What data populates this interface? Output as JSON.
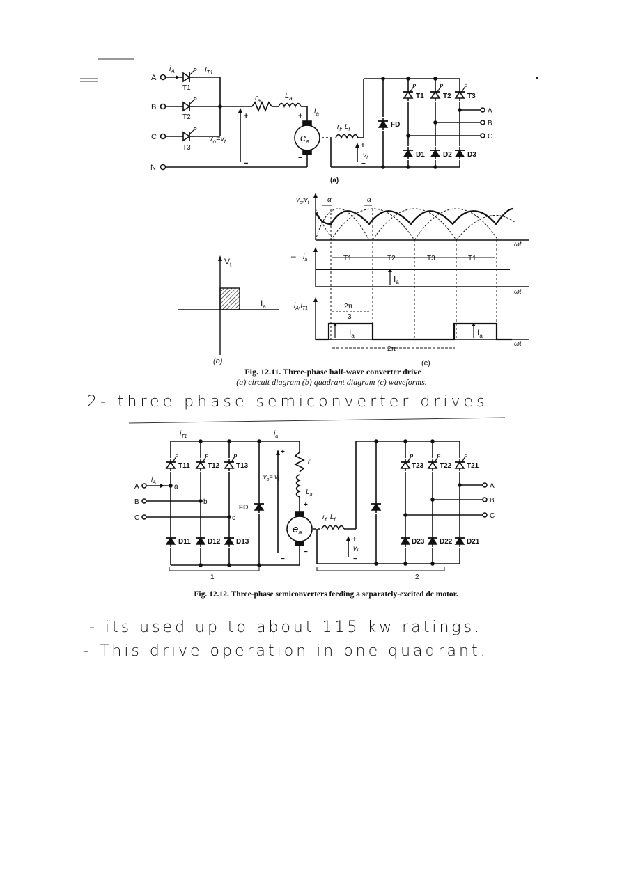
{
  "fig1": {
    "inputs": [
      "A",
      "B",
      "C",
      "N"
    ],
    "thyristors": [
      "T1",
      "T2",
      "T3"
    ],
    "diodes": [
      "D1",
      "D2",
      "D3"
    ],
    "fd": "FD",
    "ra": "r",
    "ra_sub": "a",
    "la": "L",
    "la_sub": "a",
    "ia": "i",
    "ia_sub": "a",
    "ea": "e",
    "ea_sub": "a",
    "iA": "i",
    "iA_sub": "A",
    "iT1": "i",
    "iT1_sub": "T1",
    "vo": "v",
    "vo_sub": "o",
    "vo_eq": "=v",
    "vo_eq_sub": "t",
    "field": "r",
    "field_mid": ", L",
    "field_sub": "f",
    "vf": "v",
    "vf_sub": "f",
    "outputs": [
      "A",
      "B",
      "C"
    ],
    "label_a": "(a)",
    "label_b": "(b)",
    "label_c": "(c)",
    "quad_vt": "V",
    "quad_vt_sub": "t",
    "quad_ia": "I",
    "quad_ia_sub": "a",
    "wave_v": "v",
    "wave_v_sub": "o",
    "wave_v_mid": ";v",
    "wave_v_sub2": "t",
    "alpha": "α",
    "wt": "ωt",
    "wave_i": "i",
    "wave_i_sub": "a",
    "wave_it": "i",
    "wave_it_sub": "A",
    "wave_it_mid": ",i",
    "wave_it_sub2": "T1",
    "periods": [
      "T1",
      "T2",
      "T3",
      "T1"
    ],
    "two_pi_3_num": "2π",
    "two_pi_3_den": "3",
    "two_pi": "2π",
    "caption_title": "Fig. 12.11. Three-phase half-wave converter drive",
    "caption_sub": "(a) circuit diagram (b) quadrant diagram (c) waveforms."
  },
  "heading": "2- three phase semiconverter drives",
  "fig2": {
    "inputs": [
      "A",
      "B",
      "C"
    ],
    "top_thyristors": [
      "T11",
      "T12",
      "T13"
    ],
    "bottom_diodes": [
      "D11",
      "D12",
      "D13"
    ],
    "nodes": [
      "a",
      "b",
      "c"
    ],
    "iT1": "i",
    "iT1_sub": "T1",
    "ia_top": "i",
    "ia_top_sub": "a",
    "iA": "i",
    "iA_sub": "A",
    "vo": "v",
    "vo_sub": "o",
    "vo_eq": "= v",
    "vo_eq_sub": "t",
    "fd": "FD",
    "r": "r",
    "la": "L",
    "la_sub": "a",
    "ea": "e",
    "ea_sub": "a",
    "field": "r",
    "field_mid": ", L",
    "field_sub": "f",
    "vf": "v",
    "vf_sub": "f",
    "right_thyristors": [
      "T23",
      "T22",
      "T21"
    ],
    "right_diodes": [
      "D23",
      "D22",
      "D21"
    ],
    "outputs": [
      "A",
      "B",
      "C"
    ],
    "group1": "1",
    "group2": "2",
    "caption": "Fig. 12.12. Three-phase semiconverters feeding a separately-excited dc motor."
  },
  "notes": [
    "- its used up to about 115 kw ratings.",
    "- This drive operation in one quadrant."
  ]
}
